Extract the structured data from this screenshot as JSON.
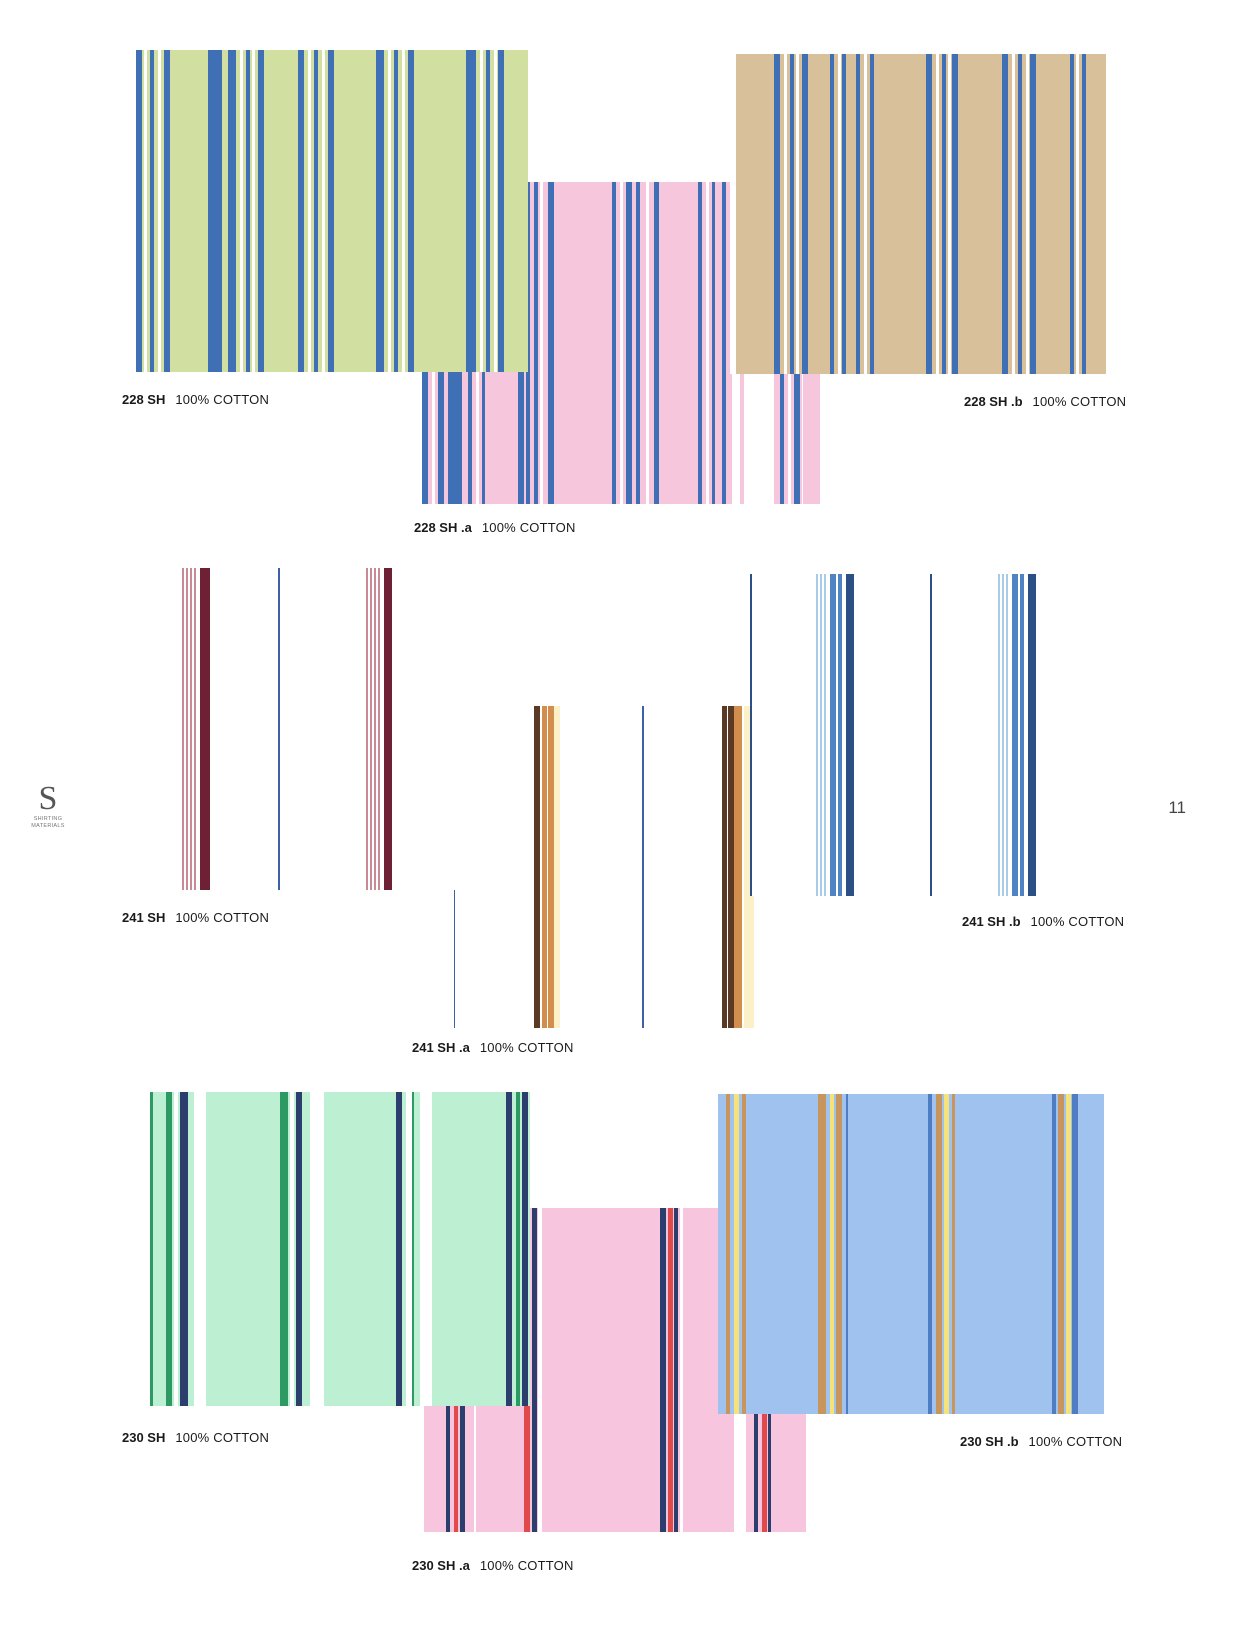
{
  "brand": {
    "letter": "S",
    "line1": "SHIRTING",
    "line2": "MATERIALS"
  },
  "page_number": "11",
  "swatches": [
    {
      "code": "228 SH",
      "composition": "100% COTTON",
      "ground": "#d1e0a0",
      "stripes": [
        "#3f6fb5",
        "#ffffff",
        "#3f6fb5"
      ]
    },
    {
      "code": "228 SH .a",
      "composition": "100% COTTON",
      "ground": "#f6c6dc",
      "stripes": [
        "#3f6fb5",
        "#ffffff",
        "#3f6fb5"
      ]
    },
    {
      "code": "228 SH .b",
      "composition": "100% COTTON",
      "ground": "#d7c09a",
      "stripes": [
        "#3f6fb5",
        "#ffffff",
        "#3f6fb5"
      ]
    },
    {
      "code": "241 SH",
      "composition": "100% COTTON",
      "ground": "#ffffff",
      "stripes": [
        "#c98a96",
        "#6e2035",
        "#3f5fa8"
      ]
    },
    {
      "code": "241 SH .a",
      "composition": "100% COTTON",
      "ground": "#ffffff",
      "stripes": [
        "#5a3a24",
        "#d38e4d",
        "#fbf0c8"
      ]
    },
    {
      "code": "241 SH .b",
      "composition": "100% COTTON",
      "ground": "#ffffff",
      "stripes": [
        "#a8cbe8",
        "#4f83c4",
        "#2c4f86"
      ]
    },
    {
      "code": "230 SH",
      "composition": "100% COTTON",
      "ground": "#bdf0d3",
      "stripes": [
        "#2e9a63",
        "#2b3e6e",
        "#ffffff"
      ]
    },
    {
      "code": "230 SH .a",
      "composition": "100% COTTON",
      "ground": "#f7c6de",
      "stripes": [
        "#2b3e6e",
        "#e04a4a",
        "#ffffff"
      ]
    },
    {
      "code": "230 SH .b",
      "composition": "100% COTTON",
      "ground": "#9fc2ee",
      "stripes": [
        "#c8955c",
        "#f5e37a",
        "#4f7dc4"
      ]
    }
  ]
}
